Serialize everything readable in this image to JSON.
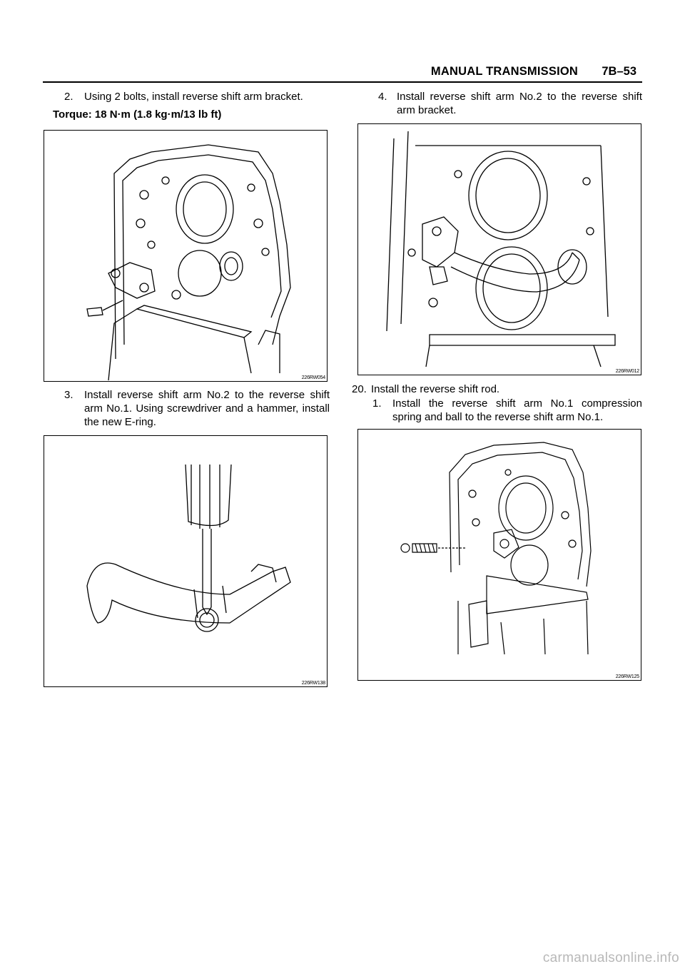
{
  "header": {
    "section_title": "MANUAL TRANSMISSION",
    "page_number": "7B–53"
  },
  "left": {
    "step2": {
      "num": "2.",
      "text": "Using 2 bolts, install reverse shift arm bracket."
    },
    "torque": "Torque: 18 N·m (1.8 kg·m/13 lb ft)",
    "fig1_label": "226RW054",
    "step3": {
      "num": "3.",
      "text": "Install reverse shift arm No.2 to the reverse shift arm No.1.  Using screwdriver and a hammer, install the new E-ring."
    },
    "fig2_label": "226RW138"
  },
  "right": {
    "step4": {
      "num": "4.",
      "text": "Install reverse shift arm No.2 to the reverse shift arm bracket."
    },
    "fig3_label": "226RW012",
    "step20": {
      "num": "20.",
      "text": "Install the reverse shift rod."
    },
    "step20_1": {
      "num": "1.",
      "text": "Install the reverse shift arm No.1 compression spring and ball to the reverse shift arm No.1."
    },
    "fig4_label": "226RW125"
  },
  "watermark": "carmanualsonline.info"
}
